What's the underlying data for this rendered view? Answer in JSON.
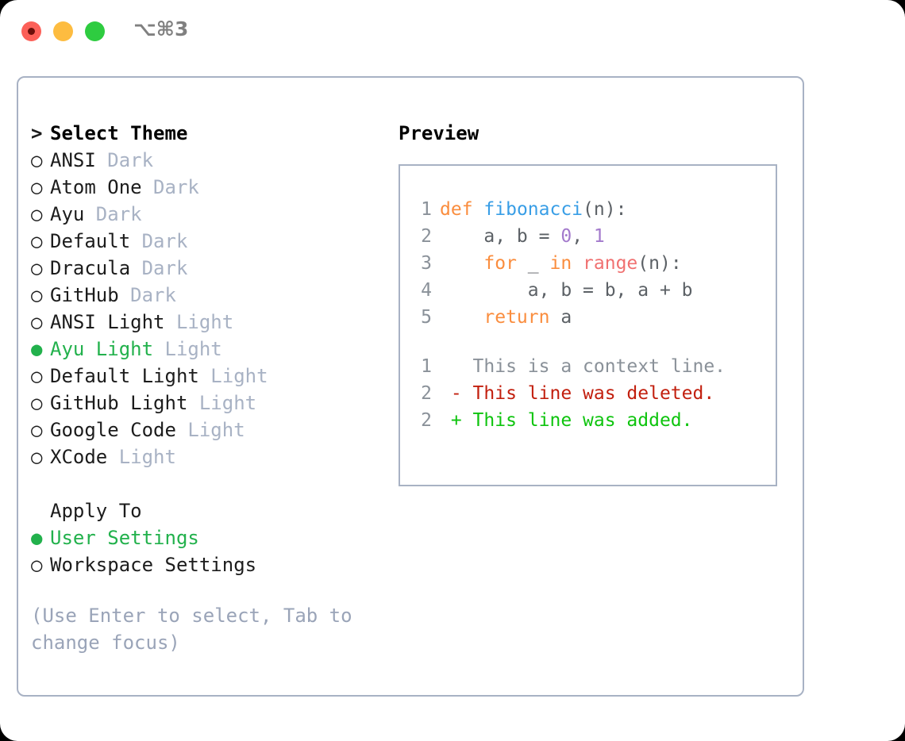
{
  "titlebar": {
    "shortcut": "⌥⌘3",
    "buttons": {
      "close": "close",
      "minimize": "minimize",
      "maximize": "maximize"
    }
  },
  "theme_selector": {
    "heading": "Select Theme",
    "heading_prefix": ">",
    "bullet_unselected": "○",
    "bullet_selected": "●",
    "themes": [
      {
        "name": "ANSI",
        "kind": "Dark",
        "selected": false
      },
      {
        "name": "Atom One",
        "kind": "Dark",
        "selected": false
      },
      {
        "name": "Ayu",
        "kind": "Dark",
        "selected": false
      },
      {
        "name": "Default",
        "kind": "Dark",
        "selected": false
      },
      {
        "name": "Dracula",
        "kind": "Dark",
        "selected": false
      },
      {
        "name": "GitHub",
        "kind": "Dark",
        "selected": false
      },
      {
        "name": "ANSI Light",
        "kind": "Light",
        "selected": false
      },
      {
        "name": "Ayu Light",
        "kind": "Light",
        "selected": true
      },
      {
        "name": "Default Light",
        "kind": "Light",
        "selected": false
      },
      {
        "name": "GitHub Light",
        "kind": "Light",
        "selected": false
      },
      {
        "name": "Google Code",
        "kind": "Light",
        "selected": false
      },
      {
        "name": "XCode",
        "kind": "Light",
        "selected": false
      }
    ]
  },
  "apply_to": {
    "heading": "Apply To",
    "options": [
      {
        "label": "User Settings",
        "selected": true
      },
      {
        "label": "Workspace Settings",
        "selected": false
      }
    ]
  },
  "hint": "(Use Enter to select, Tab to change focus)",
  "preview": {
    "title": "Preview",
    "code_lines": [
      {
        "num": "1",
        "tokens": [
          {
            "t": "def",
            "c": "kw"
          },
          {
            "t": " ",
            "c": "pun"
          },
          {
            "t": "fibonacci",
            "c": "fn"
          },
          {
            "t": "(n):",
            "c": "pun"
          }
        ]
      },
      {
        "num": "2",
        "tokens": [
          {
            "t": "    a, b = ",
            "c": "pun"
          },
          {
            "t": "0",
            "c": "num"
          },
          {
            "t": ", ",
            "c": "pun"
          },
          {
            "t": "1",
            "c": "num"
          }
        ]
      },
      {
        "num": "3",
        "tokens": [
          {
            "t": "    ",
            "c": "pun"
          },
          {
            "t": "for",
            "c": "kw"
          },
          {
            "t": " _ ",
            "c": "pun"
          },
          {
            "t": "in",
            "c": "kw"
          },
          {
            "t": " ",
            "c": "pun"
          },
          {
            "t": "range",
            "c": "bi"
          },
          {
            "t": "(n):",
            "c": "pun"
          }
        ]
      },
      {
        "num": "4",
        "tokens": [
          {
            "t": "        a, b = b, a + b",
            "c": "pun"
          }
        ]
      },
      {
        "num": "5",
        "tokens": [
          {
            "t": "    ",
            "c": "pun"
          },
          {
            "t": "return",
            "c": "kw"
          },
          {
            "t": " a",
            "c": "pun"
          }
        ]
      }
    ],
    "diff_lines": [
      {
        "num": "1",
        "marker": " ",
        "text": "This is a context line.",
        "kind": "diff-ctx"
      },
      {
        "num": "2",
        "marker": "-",
        "text": "This line was deleted.",
        "kind": "diff-del"
      },
      {
        "num": "2",
        "marker": "+",
        "text": "This line was added.",
        "kind": "diff-add"
      }
    ]
  },
  "colors": {
    "accent_green": "#22b14c",
    "muted": "#a8b2c4",
    "hint": "#9aa4b8",
    "keyword": "#fa8d3e",
    "function": "#399ee6",
    "builtin": "#f07171",
    "number": "#a37acc",
    "code_fg": "#5c6166",
    "line_number": "#8a9199",
    "diff_deleted": "#c21f0e",
    "diff_added": "#0ec40e",
    "border": "#a8b2c4",
    "traffic_red": "#fc6058",
    "traffic_yellow": "#fdbc40",
    "traffic_green": "#2ecc40"
  }
}
